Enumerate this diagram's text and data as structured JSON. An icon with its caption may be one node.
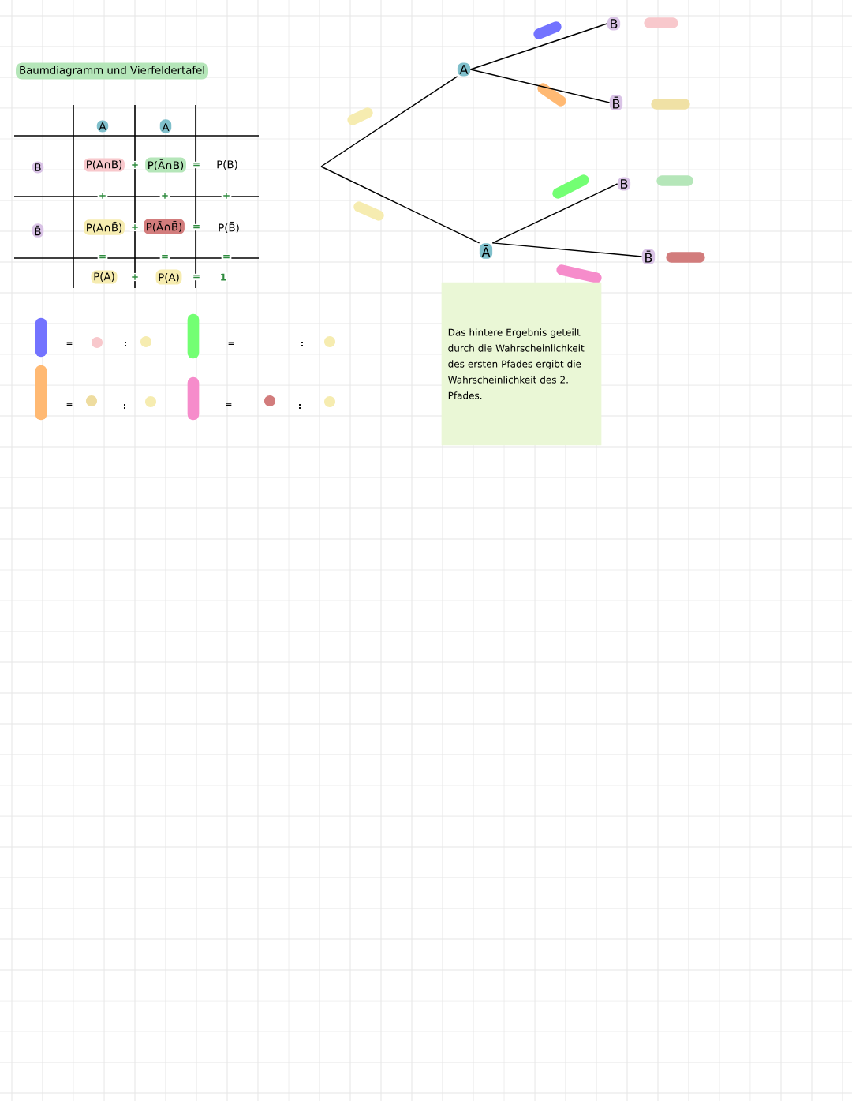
{
  "diagram": {
    "title": "Baumdiagramm und Vierfeldertafel",
    "nodes": [
      {
        "text": [
          "A"
        ]
      },
      {
        "text": [
          "Ā"
        ]
      },
      {
        "text": [
          "B"
        ]
      },
      {
        "text": [
          "B̄"
        ]
      },
      {
        "text": [
          "B"
        ]
      },
      {
        "text": [
          "B̄"
        ]
      },
      {
        "text": [
          "A"
        ]
      },
      {
        "text": [
          "Ā"
        ]
      },
      {
        "text": [
          "B"
        ]
      },
      {
        "text": [
          "B̄"
        ]
      },
      {
        "text": [
          "Das hintere Ergebnis geteilt durch die Wahrscheinlichkeit des ersten Pfades ergibt die Wahrscheinlichkeit des 2. Pfades."
        ]
      }
    ],
    "edges": [
      {
        "from": null,
        "to": 0,
        "arrow": "none"
      },
      {
        "from": null,
        "to": 1,
        "arrow": "none"
      },
      {
        "from": 0,
        "to": 2,
        "arrow": "none"
      },
      {
        "from": 0,
        "to": 3,
        "arrow": "none"
      },
      {
        "from": 1,
        "to": 4,
        "arrow": "none"
      },
      {
        "from": 1,
        "to": 5,
        "arrow": "none"
      }
    ],
    "labels": [
      "P(A∩B)",
      "+",
      "P(Ā∩B)",
      "=",
      "P(B)",
      "+",
      "+",
      "+",
      "P(A∩B̄)",
      "+",
      "P(Ā∩B̄)",
      "=",
      "P(B̄)",
      "=",
      "=",
      "=",
      "P(A)",
      "+",
      "P(Ā)",
      "=",
      "1",
      "=",
      ":",
      "=",
      ":",
      "=",
      ":",
      "=",
      ":"
    ]
  }
}
